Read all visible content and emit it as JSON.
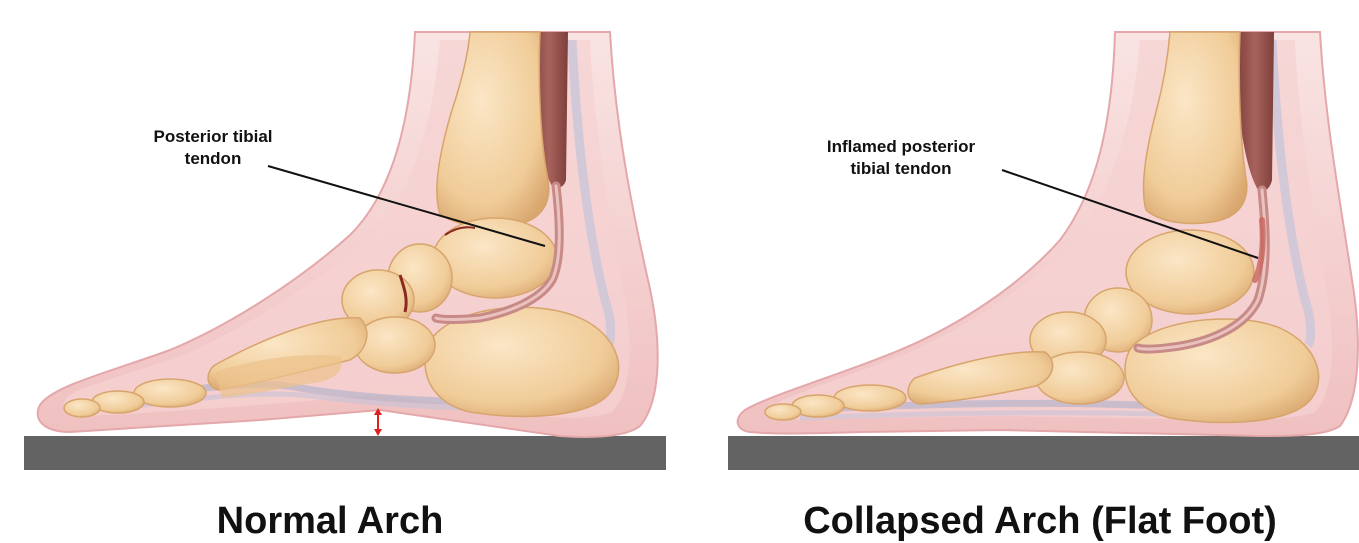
{
  "panels": [
    {
      "caption": "Normal Arch",
      "label_line1": "Posterior tibial",
      "label_line2": "tendon"
    },
    {
      "caption": "Collapsed Arch (Flat Foot)",
      "label_line1": "Inflamed posterior",
      "label_line2": "tibial tendon"
    }
  ],
  "colors": {
    "skin_outer": "#f2c2c4",
    "skin_inner": "#f7dcdc",
    "bone": "#f3d3a6",
    "bone_shadow": "#e2b27a",
    "tendon": "#c98a86",
    "muscle": "#9a5550",
    "ground": "#636363",
    "arrow": "#e02020"
  }
}
